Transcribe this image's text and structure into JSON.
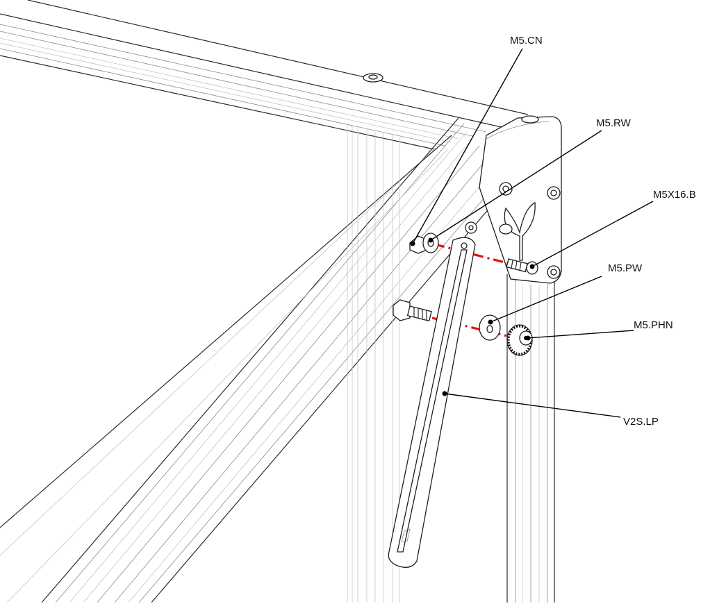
{
  "diagram": {
    "callouts": [
      {
        "id": "cn",
        "label": "M5.CN"
      },
      {
        "id": "rw",
        "label": "M5.RW"
      },
      {
        "id": "bolt",
        "label": "M5X16.B"
      },
      {
        "id": "pw",
        "label": "M5.PW"
      },
      {
        "id": "phn",
        "label": "M5.PHN"
      },
      {
        "id": "lp",
        "label": "V2S.LP"
      }
    ],
    "colors": {
      "line": "#1e1e1e",
      "axis": "#e3120b",
      "background": "#ffffff"
    }
  }
}
